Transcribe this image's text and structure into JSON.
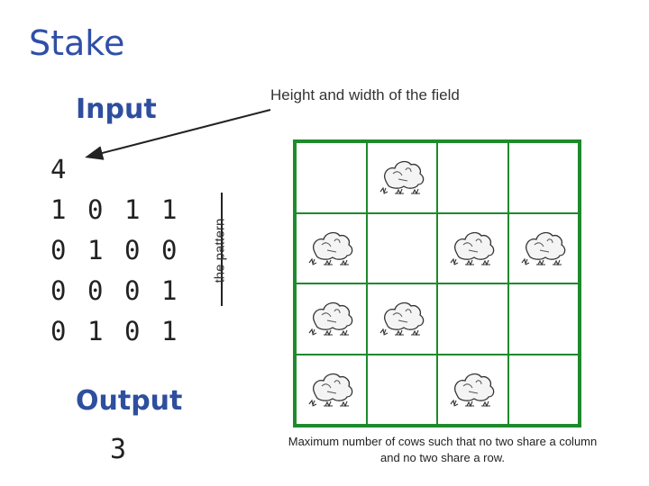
{
  "title": "Stake",
  "input_label": "Input",
  "output_label": "Output",
  "output_value": "3",
  "matrix": [
    [
      "4"
    ],
    [
      "1",
      "0",
      "1",
      "1"
    ],
    [
      "0",
      "1",
      "0",
      "0"
    ],
    [
      "0",
      "0",
      "0",
      "1"
    ],
    [
      "0",
      "1",
      "0",
      "1"
    ]
  ],
  "pattern_label": "the pattern",
  "size_label": "Height and width of the field",
  "max_label": "Maximum number of cows such that no two share a column and no two share a row.",
  "field": {
    "rows": 4,
    "cols": 4,
    "occupied": [
      [
        0,
        1,
        0,
        0
      ],
      [
        1,
        0,
        1,
        1
      ],
      [
        1,
        1,
        0,
        0
      ],
      [
        1,
        0,
        1,
        0
      ]
    ]
  },
  "colors": {
    "title": "#2f4fa8",
    "heading": "#2e4f9e",
    "grid": "#1e8a2c"
  }
}
